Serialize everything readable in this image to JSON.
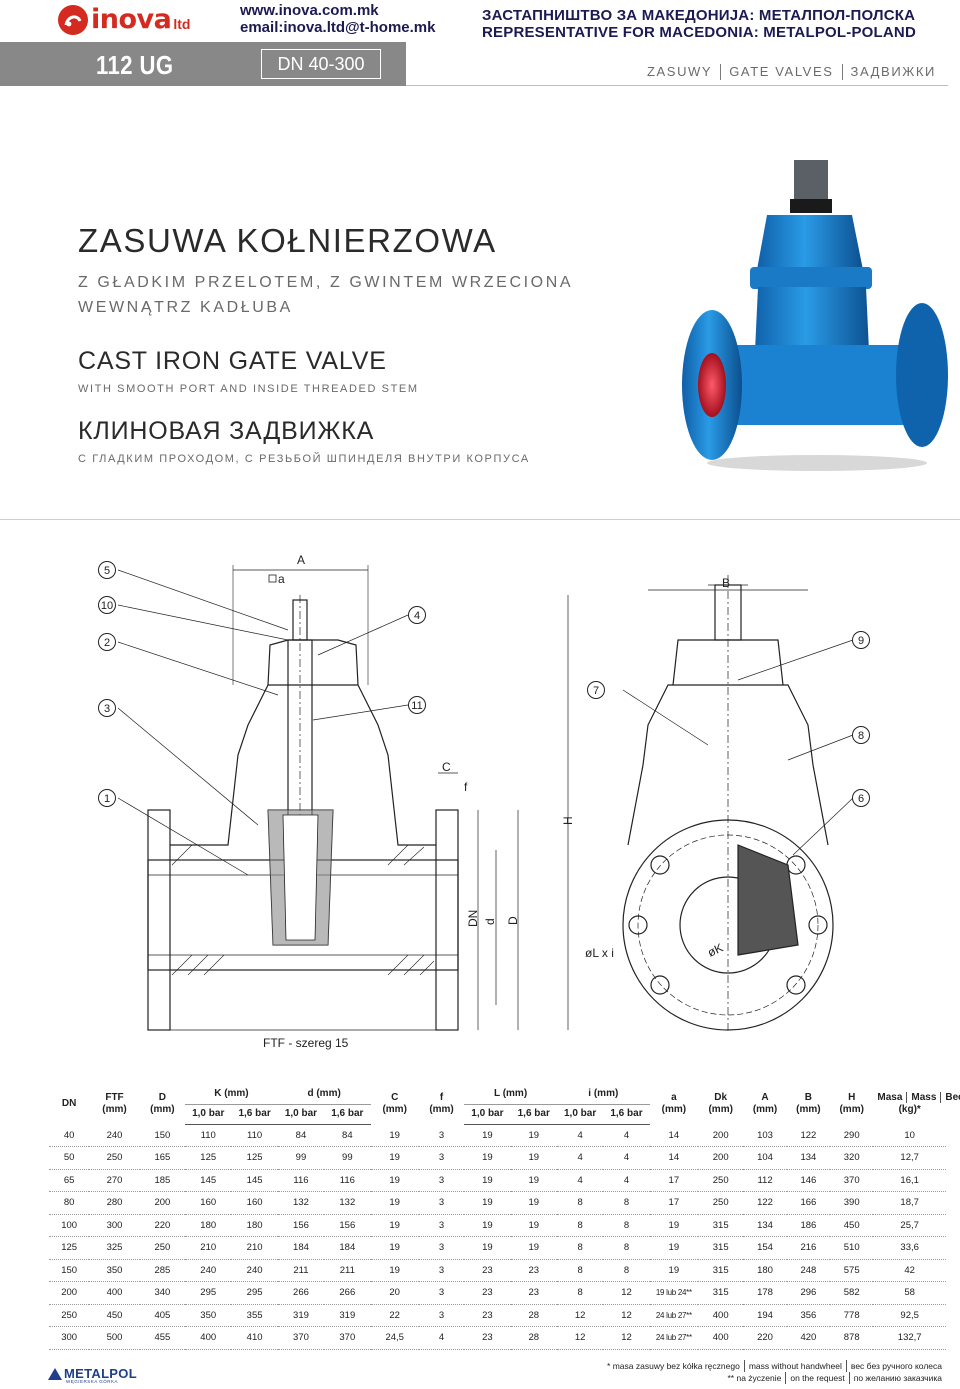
{
  "header": {
    "logo_text": "inova",
    "logo_suffix": "ltd",
    "website": "www.inova.com.mk",
    "email": "email:inova.ltd@t-home.mk",
    "rep_line1": "ЗАСТАПНИШТВО ЗА МАКЕДОНИЈА: МЕТАЛПОЛ-ПОЛСКА",
    "rep_line2": "REPRESENTATIVE FOR MACEDONIA: METALPOL-POLAND",
    "model_code": "112 UG",
    "model_range": "DN 40-300",
    "categories": [
      "ZASUWY",
      "GATE VALVES",
      "ЗАДВИЖКИ"
    ]
  },
  "titles": {
    "pl_title": "ZASUWA KOŁNIERZOWA",
    "pl_subtitle": "Z GŁADKIM PRZELOTEM, Z GWINTEM WRZECIONA WEWNĄTRZ KADŁUBA",
    "en_title": "CAST IRON GATE VALVE",
    "en_subtitle": "WITH SMOOTH PORT AND INSIDE THREADED STEM",
    "ru_title": "КЛИНОВАЯ ЗАДВИЖКА",
    "ru_subtitle": "С ГЛАДКИМ ПРОХОДОМ, С РЕЗЬБОЙ ШПИНДЕЛЯ ВНУТРИ КОРПУСА"
  },
  "drawing": {
    "callouts": [
      "5",
      "10",
      "2",
      "3",
      "1",
      "4",
      "11",
      "7",
      "9",
      "8",
      "6"
    ],
    "dim_A": "A",
    "dim_a": "a",
    "dim_B": "B",
    "dim_C": "C",
    "dim_f": "f",
    "dim_H": "H",
    "dim_DN": "DN",
    "dim_d": "d",
    "dim_D": "D",
    "dim_L": "øL x i",
    "dim_K": "øK",
    "ftf_label": "FTF - szereg 15"
  },
  "table": {
    "headers": {
      "dn": "DN",
      "ftf": "FTF",
      "D": "D",
      "K": "K (mm)",
      "d": "d (mm)",
      "C": "C",
      "f": "f",
      "L": "L (mm)",
      "i": "i (mm)",
      "a": "a",
      "Dk": "Dk",
      "A": "A",
      "B": "B",
      "H": "H",
      "mass_pl": "Masa",
      "mass_en": "Mass",
      "mass_ru": "Вес",
      "mass_unit": "(kg)*",
      "mm": "(mm)",
      "p10": "1,0 bar",
      "p16": "1,6 bar"
    },
    "rows": [
      [
        "40",
        "240",
        "150",
        "110",
        "110",
        "84",
        "84",
        "19",
        "3",
        "19",
        "19",
        "4",
        "4",
        "14",
        "200",
        "103",
        "122",
        "290",
        "10"
      ],
      [
        "50",
        "250",
        "165",
        "125",
        "125",
        "99",
        "99",
        "19",
        "3",
        "19",
        "19",
        "4",
        "4",
        "14",
        "200",
        "104",
        "134",
        "320",
        "12,7"
      ],
      [
        "65",
        "270",
        "185",
        "145",
        "145",
        "116",
        "116",
        "19",
        "3",
        "19",
        "19",
        "4",
        "4",
        "17",
        "250",
        "112",
        "146",
        "370",
        "16,1"
      ],
      [
        "80",
        "280",
        "200",
        "160",
        "160",
        "132",
        "132",
        "19",
        "3",
        "19",
        "19",
        "8",
        "8",
        "17",
        "250",
        "122",
        "166",
        "390",
        "18,7"
      ],
      [
        "100",
        "300",
        "220",
        "180",
        "180",
        "156",
        "156",
        "19",
        "3",
        "19",
        "19",
        "8",
        "8",
        "19",
        "315",
        "134",
        "186",
        "450",
        "25,7"
      ],
      [
        "125",
        "325",
        "250",
        "210",
        "210",
        "184",
        "184",
        "19",
        "3",
        "19",
        "19",
        "8",
        "8",
        "19",
        "315",
        "154",
        "216",
        "510",
        "33,6"
      ],
      [
        "150",
        "350",
        "285",
        "240",
        "240",
        "211",
        "211",
        "19",
        "3",
        "23",
        "23",
        "8",
        "8",
        "19",
        "315",
        "180",
        "248",
        "575",
        "42"
      ],
      [
        "200",
        "400",
        "340",
        "295",
        "295",
        "266",
        "266",
        "20",
        "3",
        "23",
        "23",
        "8",
        "12",
        "19 lub 24**",
        "315",
        "178",
        "296",
        "582",
        "58"
      ],
      [
        "250",
        "450",
        "405",
        "350",
        "355",
        "319",
        "319",
        "22",
        "3",
        "23",
        "28",
        "12",
        "12",
        "24 lub 27**",
        "400",
        "194",
        "356",
        "778",
        "92,5"
      ],
      [
        "300",
        "500",
        "455",
        "400",
        "410",
        "370",
        "370",
        "24,5",
        "4",
        "23",
        "28",
        "12",
        "12",
        "24 lub 27**",
        "400",
        "220",
        "420",
        "878",
        "132,7"
      ]
    ]
  },
  "footnotes": {
    "star1_pl": "* masa zasuwy bez kółka ręcznego",
    "star1_en": "mass without handwheel",
    "star1_ru": "вес без ручного колеса",
    "star2_pl": "** na życzenie",
    "star2_en": "on the request",
    "star2_ru": "по желанию заказчика"
  },
  "footer": {
    "brand": "METALPOL",
    "brand_sub": "WĘGIERSKA GÓRKA"
  },
  "colors": {
    "brand_red": "#d42a1f",
    "navy": "#1d1a52",
    "valve_blue": "#1f86d6",
    "header_grey": "#888888"
  }
}
